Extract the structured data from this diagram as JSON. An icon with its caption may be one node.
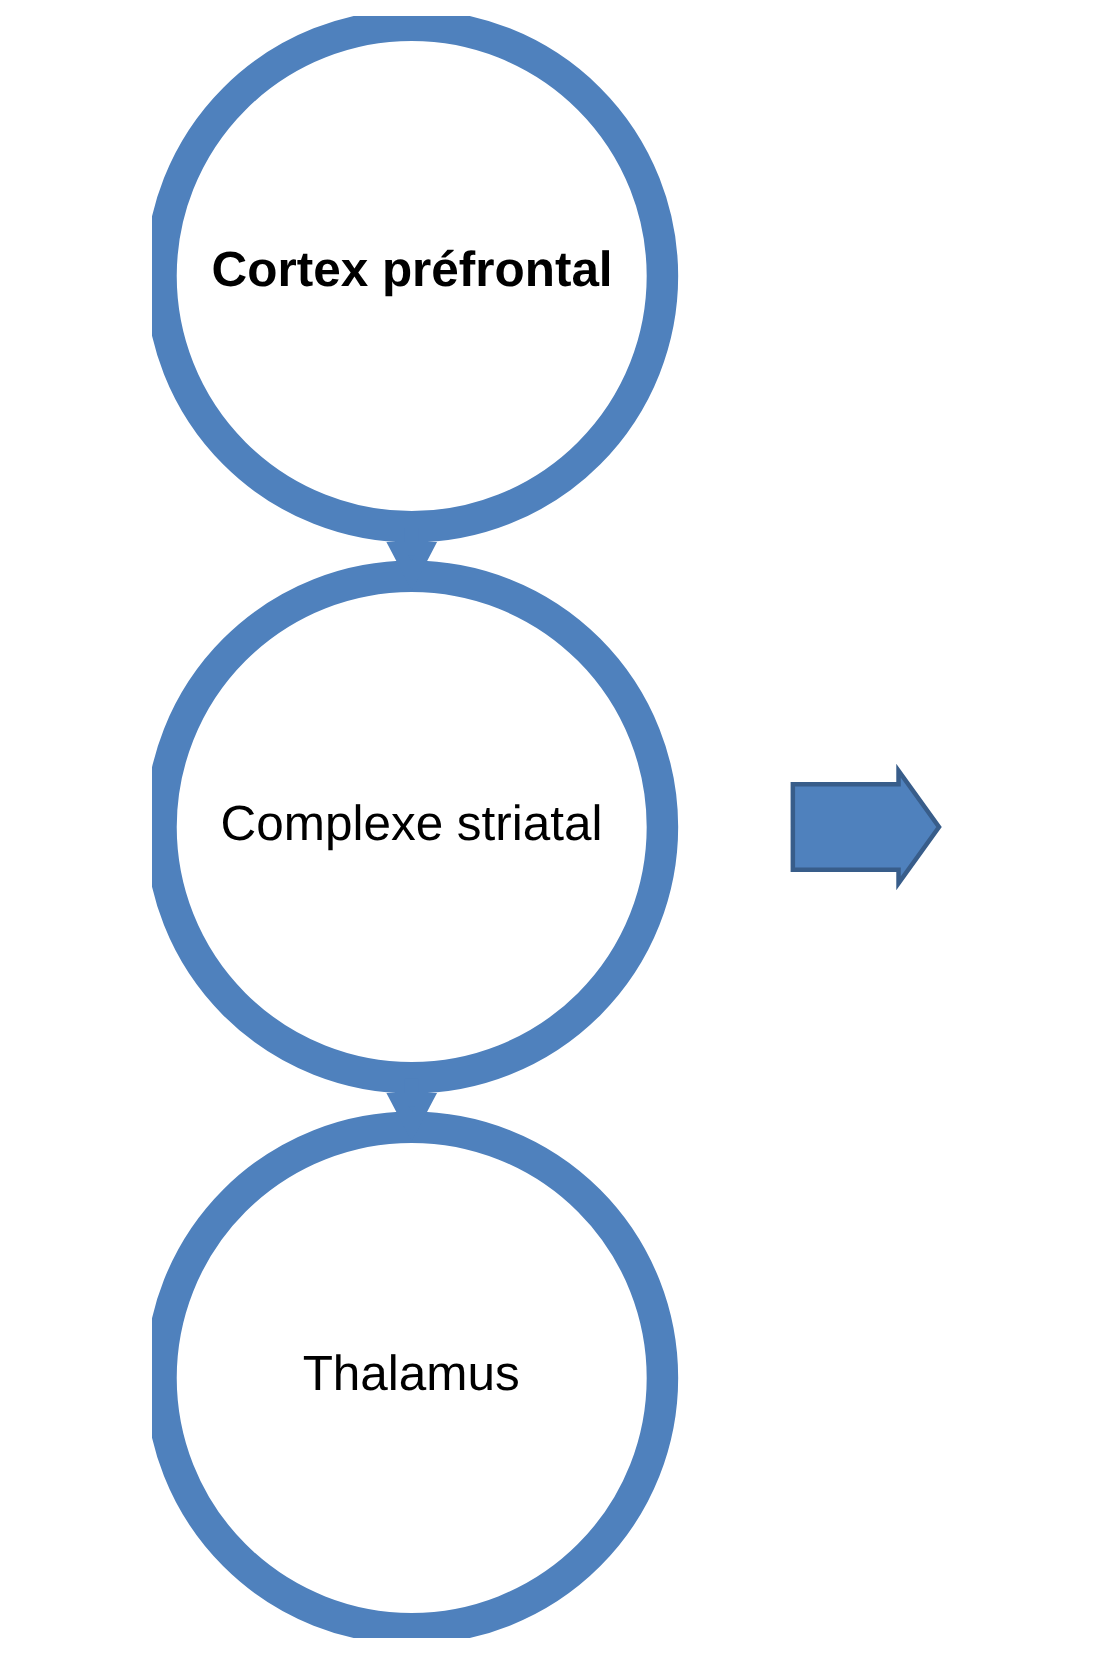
{
  "diagram": {
    "nodes": [
      {
        "text": [
          "Cortex préfrontal"
        ]
      },
      {
        "text": [
          "Complexe striatal"
        ]
      },
      {
        "text": [
          "Thalamus"
        ]
      },
      {
        "text": [],
        "shape": "arrow"
      }
    ],
    "edges": [
      {
        "from": 0,
        "to": 1,
        "arrow": "to"
      },
      {
        "from": 1,
        "to": 2,
        "arrow": "to"
      }
    ]
  }
}
